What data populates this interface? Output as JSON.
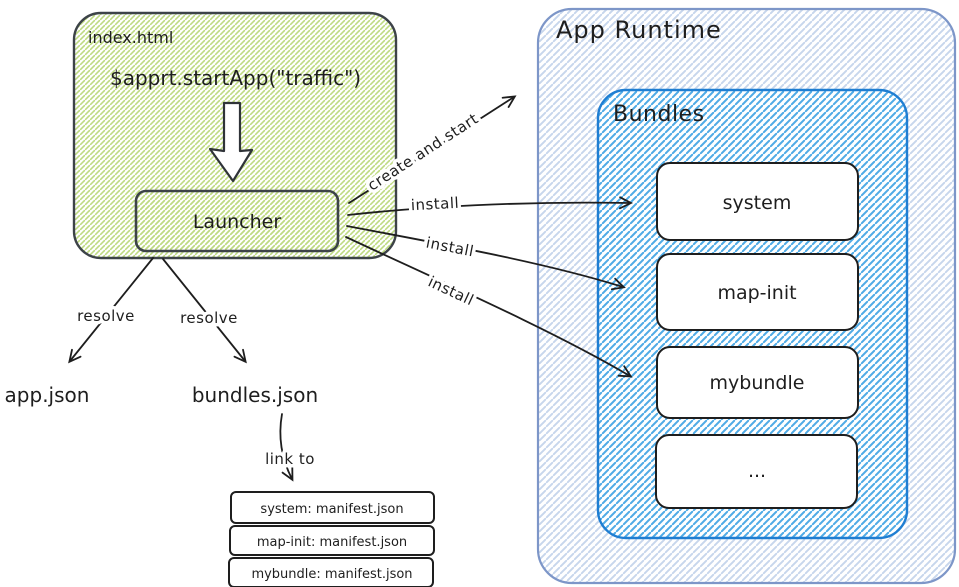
{
  "diagram_title": "App Runtime bundle loading diagram",
  "colors": {
    "green_hatch": "#beda82",
    "green_hatch_light": "#dcebb4",
    "green_border": "#3d4348",
    "runtime_border": "#7d96c8",
    "runtime_hatch": "#c7d6ec",
    "bundles_border": "#1f7ed2",
    "bundles_hatch": "#4fabe6",
    "node_border": "#1e1e1e",
    "text": "#1e1e1e"
  },
  "index_box": {
    "title": "index.html",
    "code": "$apprt.startApp(\"traffic\")",
    "launcher_label": "Launcher"
  },
  "runtime": {
    "title": "App Runtime",
    "bundles_title": "Bundles",
    "bundles": [
      "system",
      "map-init",
      "mybundle",
      "..."
    ]
  },
  "edges": {
    "create_and_start": "create and start",
    "install_system": "install",
    "install_mapinit": "install",
    "install_mybundle": "install",
    "resolve_app": "resolve",
    "resolve_bundles": "resolve",
    "link_to": "link to"
  },
  "files": {
    "app_json": "app.json",
    "bundles_json": "bundles.json"
  },
  "manifest_stack": [
    "system: manifest.json",
    "map-init: manifest.json",
    "mybundle: manifest.json"
  ]
}
